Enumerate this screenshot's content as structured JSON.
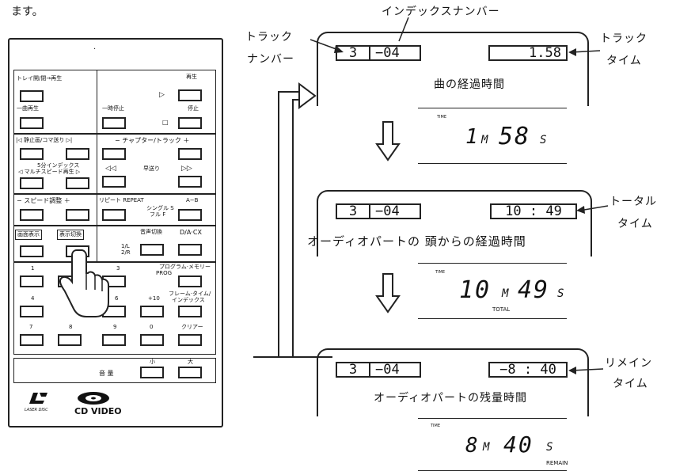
{
  "intro": "ます。",
  "remote": {
    "dot": "·",
    "labels": {
      "tray": "トレイ開/閉→再生",
      "play": "再生",
      "one_play": "一曲再生",
      "pause": "一時停止",
      "stop": "停止",
      "still_step": "|◁ 静止画/コマ送り ▷|",
      "chapter_track": "− チャプター/トラック ＋",
      "five_min": "5分インデックス",
      "multi_speed": "◁ マルチスピード再生 ▷",
      "fast_forward": "早送り",
      "rew": "◁◁",
      "ffw": "▷▷",
      "speed_adjust": "− スピード調整 ＋",
      "repeat": "リピート REPEAT",
      "ab": "A−B",
      "single": "シングル S",
      "full": "フル F",
      "screen_display": "画面表示",
      "display_switch": "表示切換",
      "audio_switch": "音声切換",
      "da_cx": "D/A·CX",
      "ch1": "1/L",
      "ch2": "2/R",
      "program": "プログラム·メモリー",
      "prog": "PROG",
      "frame_time": "フレーム·タイム/",
      "index": "インデックス",
      "plus10": "+10",
      "clear": "クリアー",
      "volume": "音 量",
      "small": "小",
      "large": "大"
    },
    "digits": [
      "1",
      "3",
      "4",
      "6",
      "7",
      "8",
      "9",
      "0"
    ],
    "logos": {
      "laserdisc": "LASER DISC",
      "cdvideo": "CD VIDEO"
    }
  },
  "annotations": {
    "index_number": "インデックスナンバー",
    "track_number_1": "トラック",
    "track_number_2": "ナンバー",
    "track_time_1": "トラック",
    "track_time_2": "タイム",
    "total_time_1": "トータル",
    "total_time_2": "タイム",
    "remain_time_1": "リメイン",
    "remain_time_2": "タイム"
  },
  "panels": [
    {
      "track": "3",
      "index": "−04",
      "time": "1.58",
      "caption": "曲の経過時間",
      "time_label": "TIME",
      "seg_num1": "1",
      "seg_unit1": "M",
      "seg_num2": "58",
      "seg_unit2": "S",
      "sub_label": ""
    },
    {
      "track": "3",
      "index": "−04",
      "time": "10 : 49",
      "caption": "オーディオパートの 頭からの経過時間",
      "time_label": "TIME",
      "seg_num1": "10",
      "seg_unit1": "M",
      "seg_num2": "49",
      "seg_unit2": "S",
      "sub_label": "TOTAL"
    },
    {
      "track": "3",
      "index": "−04",
      "time": "−8 : 40",
      "caption": "オーディオパートの残量時間",
      "time_label": "TIME",
      "seg_num1": "8",
      "seg_unit1": "M",
      "seg_num2": "40",
      "seg_unit2": "S",
      "sub_label": "REMAIN"
    }
  ]
}
